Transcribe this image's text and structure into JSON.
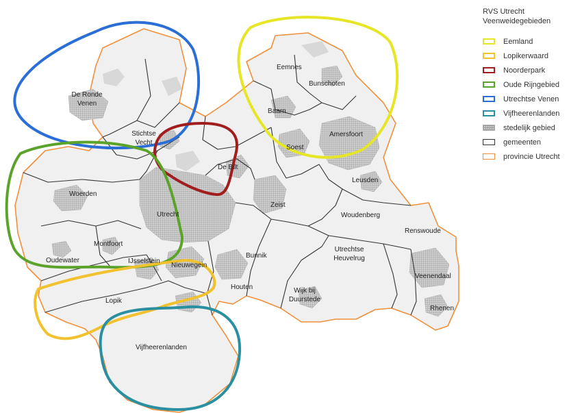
{
  "legend": {
    "title_line1": "RVS Utrecht",
    "title_line2": "Veenweidegebieden",
    "items": [
      {
        "label": "Eemland",
        "kind": "region",
        "color": "#e6e626"
      },
      {
        "label": "Lopikerwaard",
        "kind": "region",
        "color": "#f2c12e"
      },
      {
        "label": "Noorderpark",
        "kind": "region",
        "color": "#a01e1e"
      },
      {
        "label": "Oude Rijngebied",
        "kind": "region",
        "color": "#5ba32b"
      },
      {
        "label": "Utrechtse Venen",
        "kind": "region",
        "color": "#2b6fd6"
      },
      {
        "label": "Vijfheerenlanden",
        "kind": "region",
        "color": "#2a8fa0"
      },
      {
        "label": "stedelijk gebied",
        "kind": "urban",
        "color": "#cfcfcf"
      },
      {
        "label": "gemeenten",
        "kind": "border",
        "color": "#333333"
      },
      {
        "label": "provincie Utrecht",
        "kind": "border",
        "color": "#f0903a"
      }
    ]
  },
  "municipalities": [
    {
      "name": "De Ronde",
      "name2": "Venen"
    },
    {
      "name": "Stichtse",
      "name2": "Vecht"
    },
    {
      "name": "Eemnes"
    },
    {
      "name": "Bunschoten"
    },
    {
      "name": "Baarn"
    },
    {
      "name": "Soest"
    },
    {
      "name": "Amersfoort"
    },
    {
      "name": "De Bilt"
    },
    {
      "name": "Woerden"
    },
    {
      "name": "Utrecht"
    },
    {
      "name": "Zeist"
    },
    {
      "name": "Leusden"
    },
    {
      "name": "Woudenberg"
    },
    {
      "name": "Renswoude"
    },
    {
      "name": "Montfoort"
    },
    {
      "name": "Oudewater"
    },
    {
      "name": "IJsselstein"
    },
    {
      "name": "Nieuwegein"
    },
    {
      "name": "Bunnik"
    },
    {
      "name": "Utrechtse",
      "name2": "Heuvelrug"
    },
    {
      "name": "Houten"
    },
    {
      "name": "Veenendaal"
    },
    {
      "name": "Lopik"
    },
    {
      "name": "Wijk bij",
      "name2": "Duurstede"
    },
    {
      "name": "Rhenen"
    },
    {
      "name": "Vijfheerenlanden"
    }
  ],
  "colors": {
    "land": "#f0f0f0",
    "province_border": "#f0903a",
    "municipal_border": "#333333",
    "urban_fill": "#cfcfcf",
    "water": "#d8d8d8"
  }
}
